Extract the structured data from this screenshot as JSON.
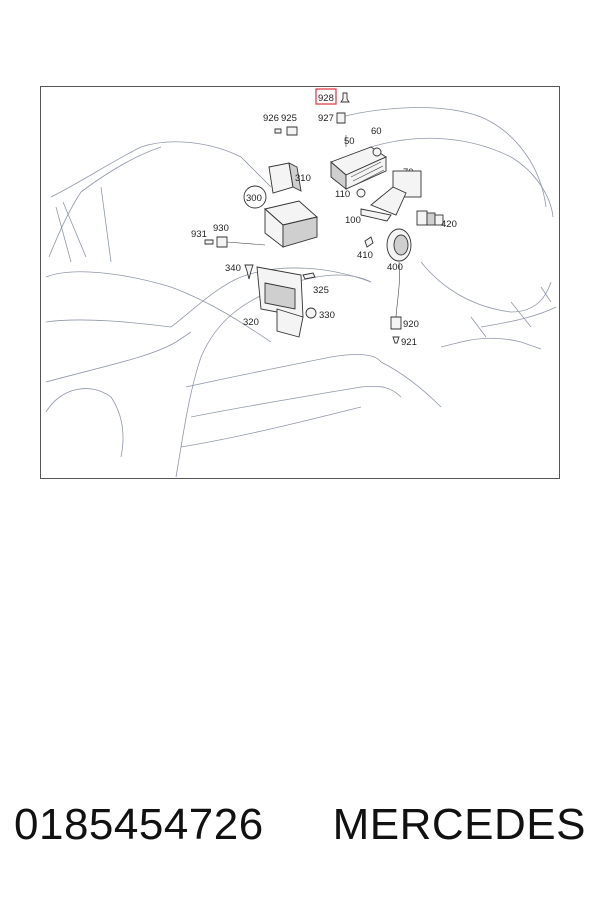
{
  "diagram": {
    "labels": {
      "l928": "928",
      "l927": "927",
      "l926": "926",
      "l925": "925",
      "l50": "50",
      "l60": "60",
      "l70": "70",
      "l310": "310",
      "l300": "300",
      "l110": "110",
      "l100": "100",
      "l420": "420",
      "l931": "931",
      "l930": "930",
      "l340": "340",
      "l325": "325",
      "l330": "330",
      "l320": "320",
      "l410": "410",
      "l400": "400",
      "l920": "920",
      "l921": "921"
    },
    "highlight_color": "#e0303c"
  },
  "footer": {
    "part_number": "0185454726",
    "brand": "MERCEDES"
  }
}
